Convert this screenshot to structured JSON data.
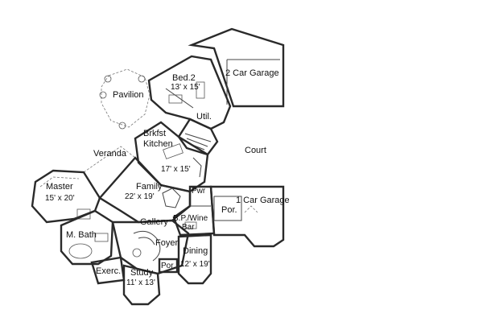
{
  "rooms": {
    "garage2": {
      "name": "2 Car Garage"
    },
    "bed2": {
      "name": "Bed.2",
      "dims": "13' x 15'"
    },
    "pavilion": {
      "name": "Pavilion"
    },
    "util": {
      "name": "Util."
    },
    "kitchen": {
      "name1": "Brkfst",
      "name2": "Kitchen",
      "dims": "17' x 15'"
    },
    "court": {
      "name": "Court"
    },
    "veranda": {
      "name": "Veranda"
    },
    "master": {
      "name": "Master",
      "dims": "15' x 20'"
    },
    "family": {
      "name": "Family",
      "dims": "22' x 19'"
    },
    "pwdr": {
      "name": "Pwr"
    },
    "garage1": {
      "name": "1 Car Garage"
    },
    "porch_garage": {
      "name": "Por."
    },
    "gallery": {
      "name": "Gallery"
    },
    "bp_wine": {
      "name": "B.P./Wine"
    },
    "bar": {
      "name": "Bar"
    },
    "mbath": {
      "name": "M. Bath"
    },
    "foyer": {
      "name": "Foyer"
    },
    "dining": {
      "name": "Dining",
      "dims": "12' x 19'"
    },
    "exerc": {
      "name": "Exerc."
    },
    "porch_front": {
      "name": "Por."
    },
    "study": {
      "name": "Study",
      "dims": "11' x 13'"
    }
  }
}
